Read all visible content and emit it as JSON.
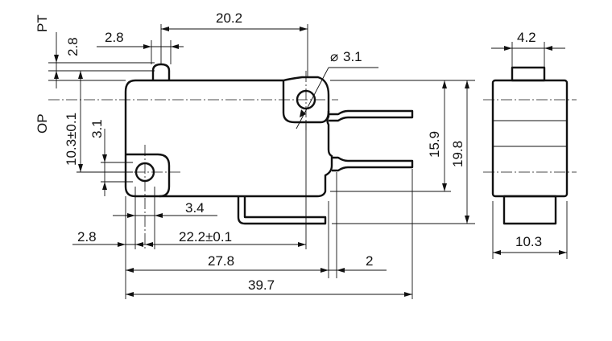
{
  "labels": {
    "pt_label": "PT",
    "pt_value": "2.8",
    "top_small": "2.8",
    "top_width": "20.2",
    "hole_diameter": "3.1",
    "diameter_symbol": "⌀",
    "op_label": "OP",
    "op_value": "10.3±0.1",
    "op_hole": "3.1",
    "height_inner": "15.9",
    "height_outer": "19.8",
    "hole_spacing": "3.4",
    "left_small": "2.8",
    "mount_spacing": "22.2±0.1",
    "body_length": "27.8",
    "terminal_gap": "2",
    "overall_length": "39.7",
    "side_top": "4.2",
    "side_width": "10.3"
  }
}
